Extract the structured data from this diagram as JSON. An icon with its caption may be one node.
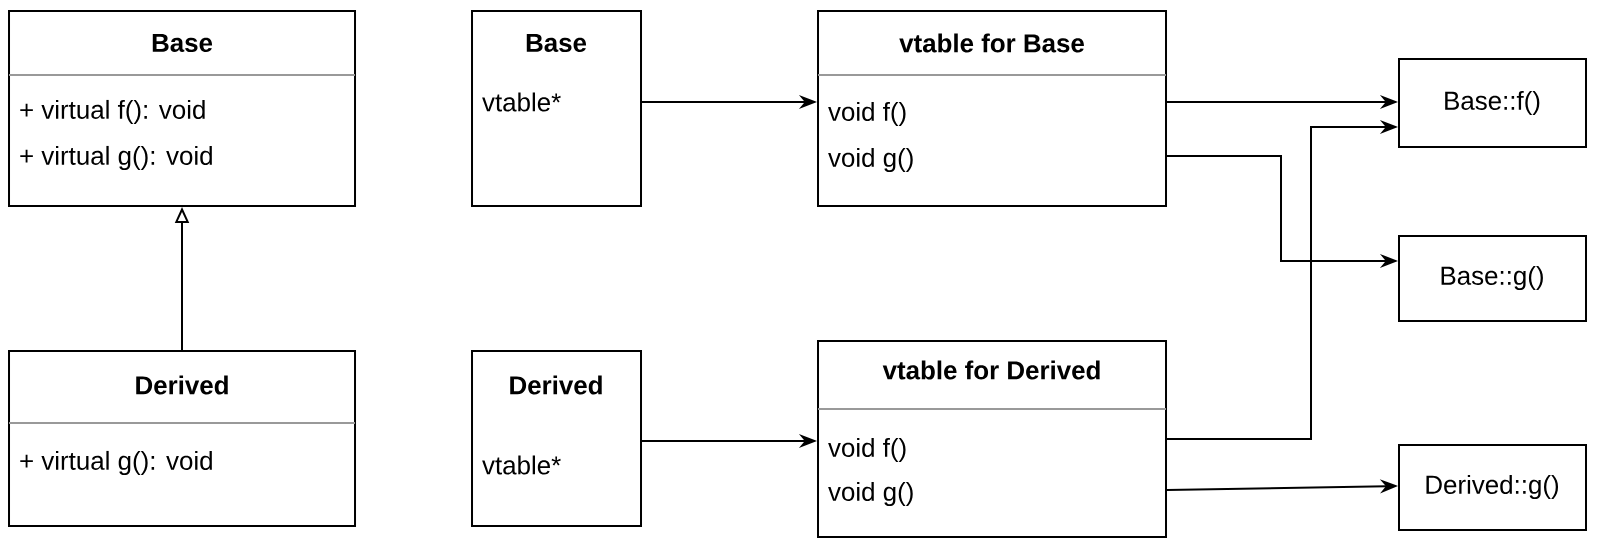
{
  "diagram": {
    "nodes": [
      {
        "text": [
          "Base",
          "+ virtual f(): void",
          "+ virtual g(): void"
        ]
      },
      {
        "text": [
          "Derived",
          "+ virtual g(): void"
        ]
      },
      {
        "text": [
          "Base",
          "vtable*"
        ]
      },
      {
        "text": [
          "vtable for Base",
          "void f()",
          "void g()"
        ]
      },
      {
        "text": [
          "Derived",
          "vtable*"
        ]
      },
      {
        "text": [
          "vtable for Derived",
          "void f()",
          "void g()"
        ]
      },
      {
        "text": [
          "Base::f()"
        ]
      },
      {
        "text": [
          "Base::g()"
        ]
      },
      {
        "text": [
          "Derived::g()"
        ]
      }
    ],
    "edges": [
      {
        "from": 1,
        "to": 0,
        "arrow": "to"
      },
      {
        "from": 2,
        "to": 3,
        "arrow": "to"
      },
      {
        "from": 3,
        "to": 6,
        "arrow": "to"
      },
      {
        "from": 3,
        "to": 7,
        "arrow": "to"
      },
      {
        "from": 4,
        "to": 5,
        "arrow": "to"
      },
      {
        "from": 5,
        "to": 6,
        "arrow": "to"
      },
      {
        "from": 5,
        "to": 8,
        "arrow": "to"
      }
    ]
  }
}
